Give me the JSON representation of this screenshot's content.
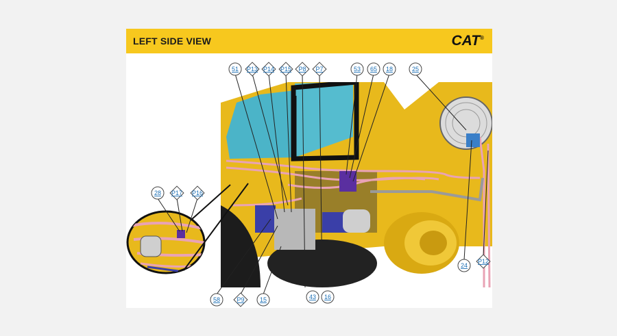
{
  "header": {
    "title": "LEFT SIDE VIEW",
    "logo_text": "CAT",
    "logo_mark": "®",
    "background": "#f7c81e"
  },
  "colors": {
    "machine_yellow": "#e8b91c",
    "hose_pink": "#e9a3b5",
    "callout_text": "#1c6fb5",
    "glass": "#4bb4c8"
  },
  "callouts": [
    {
      "label": "51",
      "shape": "circle"
    },
    {
      "label": "P13",
      "shape": "diamond"
    },
    {
      "label": "P14",
      "shape": "diamond"
    },
    {
      "label": "P15",
      "shape": "diamond"
    },
    {
      "label": "P8",
      "shape": "diamond"
    },
    {
      "label": "P7",
      "shape": "diamond"
    },
    {
      "label": "53",
      "shape": "circle"
    },
    {
      "label": "65",
      "shape": "circle"
    },
    {
      "label": "18",
      "shape": "circle"
    },
    {
      "label": "25",
      "shape": "circle"
    },
    {
      "label": "28",
      "shape": "circle"
    },
    {
      "label": "P17",
      "shape": "diamond"
    },
    {
      "label": "P16",
      "shape": "diamond"
    },
    {
      "label": "24",
      "shape": "circle"
    },
    {
      "label": "P12",
      "shape": "diamond"
    },
    {
      "label": "58",
      "shape": "circle"
    },
    {
      "label": "P9",
      "shape": "diamond"
    },
    {
      "label": "15",
      "shape": "circle"
    },
    {
      "label": "43",
      "shape": "circle"
    },
    {
      "label": "16",
      "shape": "circle"
    }
  ]
}
